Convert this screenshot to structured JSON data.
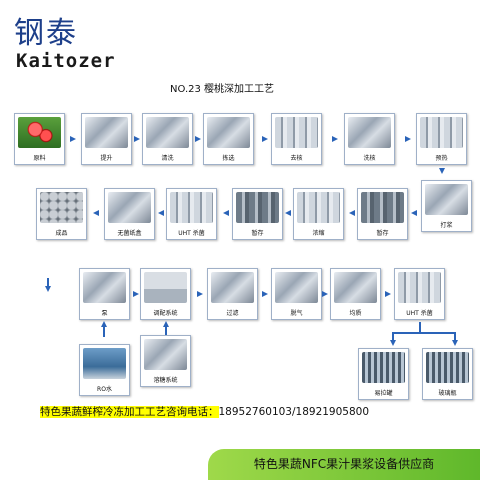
{
  "brand": {
    "name_cn": "钢泰",
    "name_en": "Kaitozer"
  },
  "title": "NO.23  樱桃深加工工艺",
  "steps": {
    "raw": "原料",
    "lift": "提升",
    "wash": "清洗",
    "sort": "拣选",
    "pit": "去核",
    "wash_pit": "洗核",
    "preheat": "预热",
    "pulp": "打浆",
    "hold": "暂存",
    "conc": "浓缩",
    "hold2": "暂存",
    "uht": "UHT 杀菌",
    "aseptic": "无菌纸盒",
    "product": "成品",
    "pump": "泵",
    "blend": "调配系统",
    "filter": "过滤",
    "deaer": "脱气",
    "homo": "均质",
    "uht2": "UHT 杀菌",
    "ro": "RO水",
    "sugar": "溶糖系统",
    "cans": "易拉罐",
    "glass": "玻璃瓶"
  },
  "contact": {
    "label": "特色果蔬鲜榨冷冻加工工艺咨询电话：",
    "phones": "18952760103/18921905800"
  },
  "banner": "特色果蔬NFC果汁果浆设备供应商",
  "colors": {
    "brand_blue": "#1d3f8a",
    "arrow": "#2a63b8",
    "highlight": "#ffff00",
    "banner_green": "#7ec83a"
  }
}
